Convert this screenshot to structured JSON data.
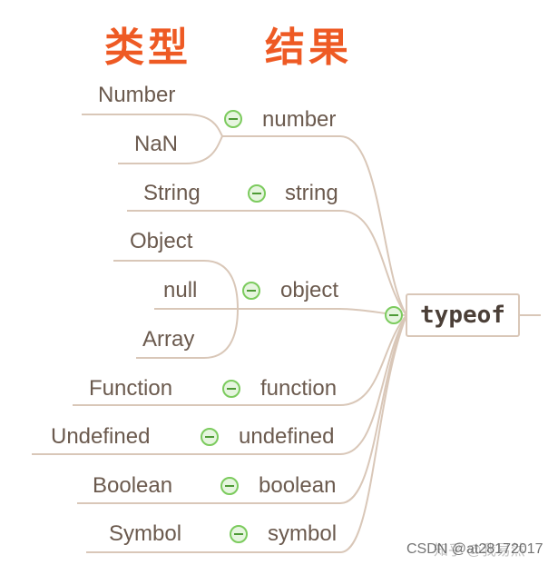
{
  "headers": {
    "type": "类型",
    "result": "结果"
  },
  "root": "typeof",
  "groups": [
    {
      "result": "number",
      "types": [
        "Number",
        "NaN"
      ]
    },
    {
      "result": "string",
      "types": [
        "String"
      ]
    },
    {
      "result": "object",
      "types": [
        "Object",
        "null",
        "Array"
      ]
    },
    {
      "result": "function",
      "types": [
        "Function"
      ]
    },
    {
      "result": "undefined",
      "types": [
        "Undefined"
      ]
    },
    {
      "result": "boolean",
      "types": [
        "Boolean"
      ]
    },
    {
      "result": "symbol",
      "types": [
        "Symbol"
      ]
    }
  ],
  "watermarks": {
    "zhihu": "知乎 @我易然",
    "csdn": "CSDN @at28172017"
  },
  "colors": {
    "header": "#ee5a24",
    "line": "#d9c7b8",
    "text": "#6b5a4e",
    "collapse": "#7ccb5e"
  }
}
